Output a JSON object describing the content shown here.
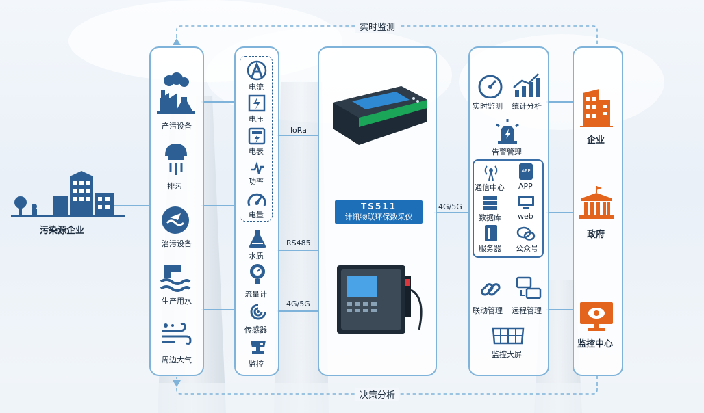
{
  "flow": {
    "top_label": "实时监测",
    "bottom_label": "决策分析"
  },
  "source": {
    "label": "污染源企业"
  },
  "left_column": {
    "items": [
      {
        "label": "产污设备",
        "icon": "factory-icon"
      },
      {
        "label": "排污",
        "icon": "discharge-icon"
      },
      {
        "label": "治污设备",
        "icon": "treatment-icon"
      },
      {
        "label": "生产用水",
        "icon": "water-icon"
      },
      {
        "label": "周边大气",
        "icon": "air-icon"
      }
    ]
  },
  "sensors": {
    "electric": [
      {
        "label": "电流",
        "icon": "ampere-icon"
      },
      {
        "label": "电压",
        "icon": "voltage-icon"
      },
      {
        "label": "电表",
        "icon": "meter-icon"
      },
      {
        "label": "功率",
        "icon": "power-icon"
      },
      {
        "label": "电量",
        "icon": "gauge-icon"
      }
    ],
    "other": [
      {
        "label": "水质",
        "icon": "flask-icon"
      },
      {
        "label": "流量计",
        "icon": "flowmeter-icon"
      },
      {
        "label": "传感器",
        "icon": "sensor-icon"
      },
      {
        "label": "监控",
        "icon": "camera-icon"
      }
    ]
  },
  "protocols": {
    "lora": "loRa",
    "rs485": "RS485",
    "cellular_left": "4G/5G",
    "cellular_right": "4G/5G"
  },
  "device": {
    "model": "TS511",
    "name": "计讯物联环保数采仪"
  },
  "platform": {
    "top": [
      {
        "label": "实时监测",
        "icon": "speedometer-icon"
      },
      {
        "label": "统计分析",
        "icon": "chart-icon"
      },
      {
        "label": "告警管理",
        "icon": "alarm-icon"
      }
    ],
    "center": [
      {
        "label": "通信中心",
        "icon": "antenna-icon"
      },
      {
        "label": "APP",
        "icon": "app-icon"
      },
      {
        "label": "数据库",
        "icon": "database-icon"
      },
      {
        "label": "web",
        "icon": "web-icon"
      },
      {
        "label": "服务器",
        "icon": "server-icon"
      },
      {
        "label": "公众号",
        "icon": "wechat-icon"
      }
    ],
    "bottom": [
      {
        "label": "联动管理",
        "icon": "link-icon"
      },
      {
        "label": "远程管理",
        "icon": "remote-icon"
      },
      {
        "label": "监控大屏",
        "icon": "screen-icon"
      }
    ]
  },
  "clients": [
    {
      "label": "企业",
      "icon": "building-icon"
    },
    {
      "label": "政府",
      "icon": "government-icon"
    },
    {
      "label": "监控中心",
      "icon": "monitor-icon"
    }
  ],
  "colors": {
    "line": "#7fb3da",
    "primary": "#1d6fb8",
    "accent": "#e3641c",
    "dark": "#1b2b3d"
  }
}
